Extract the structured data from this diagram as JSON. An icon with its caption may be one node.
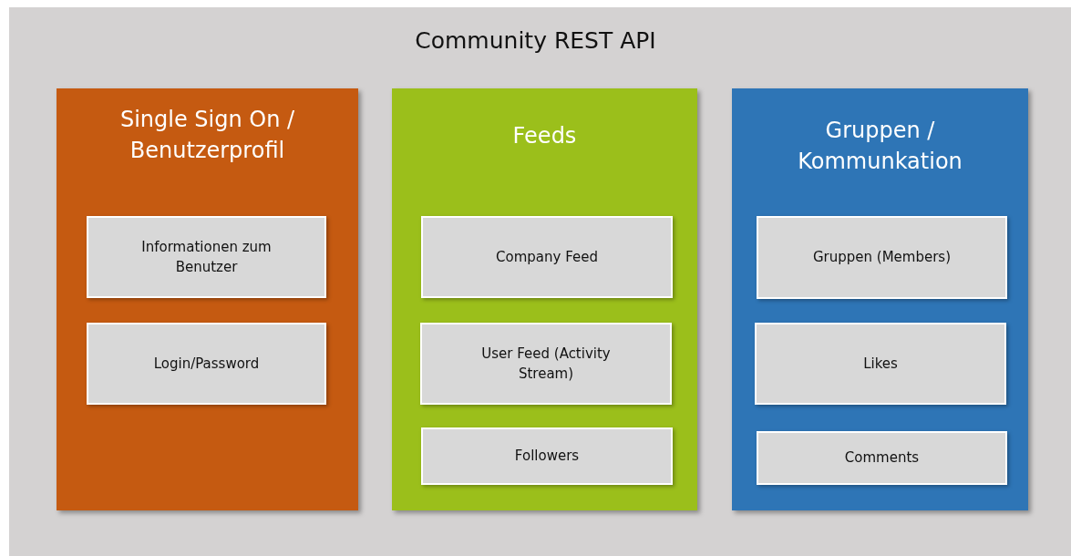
{
  "diagram": {
    "title": "Community REST API",
    "nodes": [
      {
        "text": [
          "Single Sign On / Benutzerprofil"
        ]
      },
      {
        "text": [
          "Informationen zum Benutzer"
        ],
        "in": 0
      },
      {
        "text": [
          "Login/Password"
        ],
        "in": 0
      },
      {
        "text": [
          "Feeds"
        ]
      },
      {
        "text": [
          "Company Feed"
        ],
        "in": 3
      },
      {
        "text": [
          "User Feed (Activity Stream)"
        ],
        "in": 3
      },
      {
        "text": [
          "Followers"
        ],
        "in": 3
      },
      {
        "text": [
          "Gruppen / Kommunkation"
        ]
      },
      {
        "text": [
          "Gruppen (Members)"
        ],
        "in": 7
      },
      {
        "text": [
          "Likes"
        ],
        "in": 7
      },
      {
        "text": [
          "Comments"
        ],
        "in": 7
      }
    ]
  }
}
